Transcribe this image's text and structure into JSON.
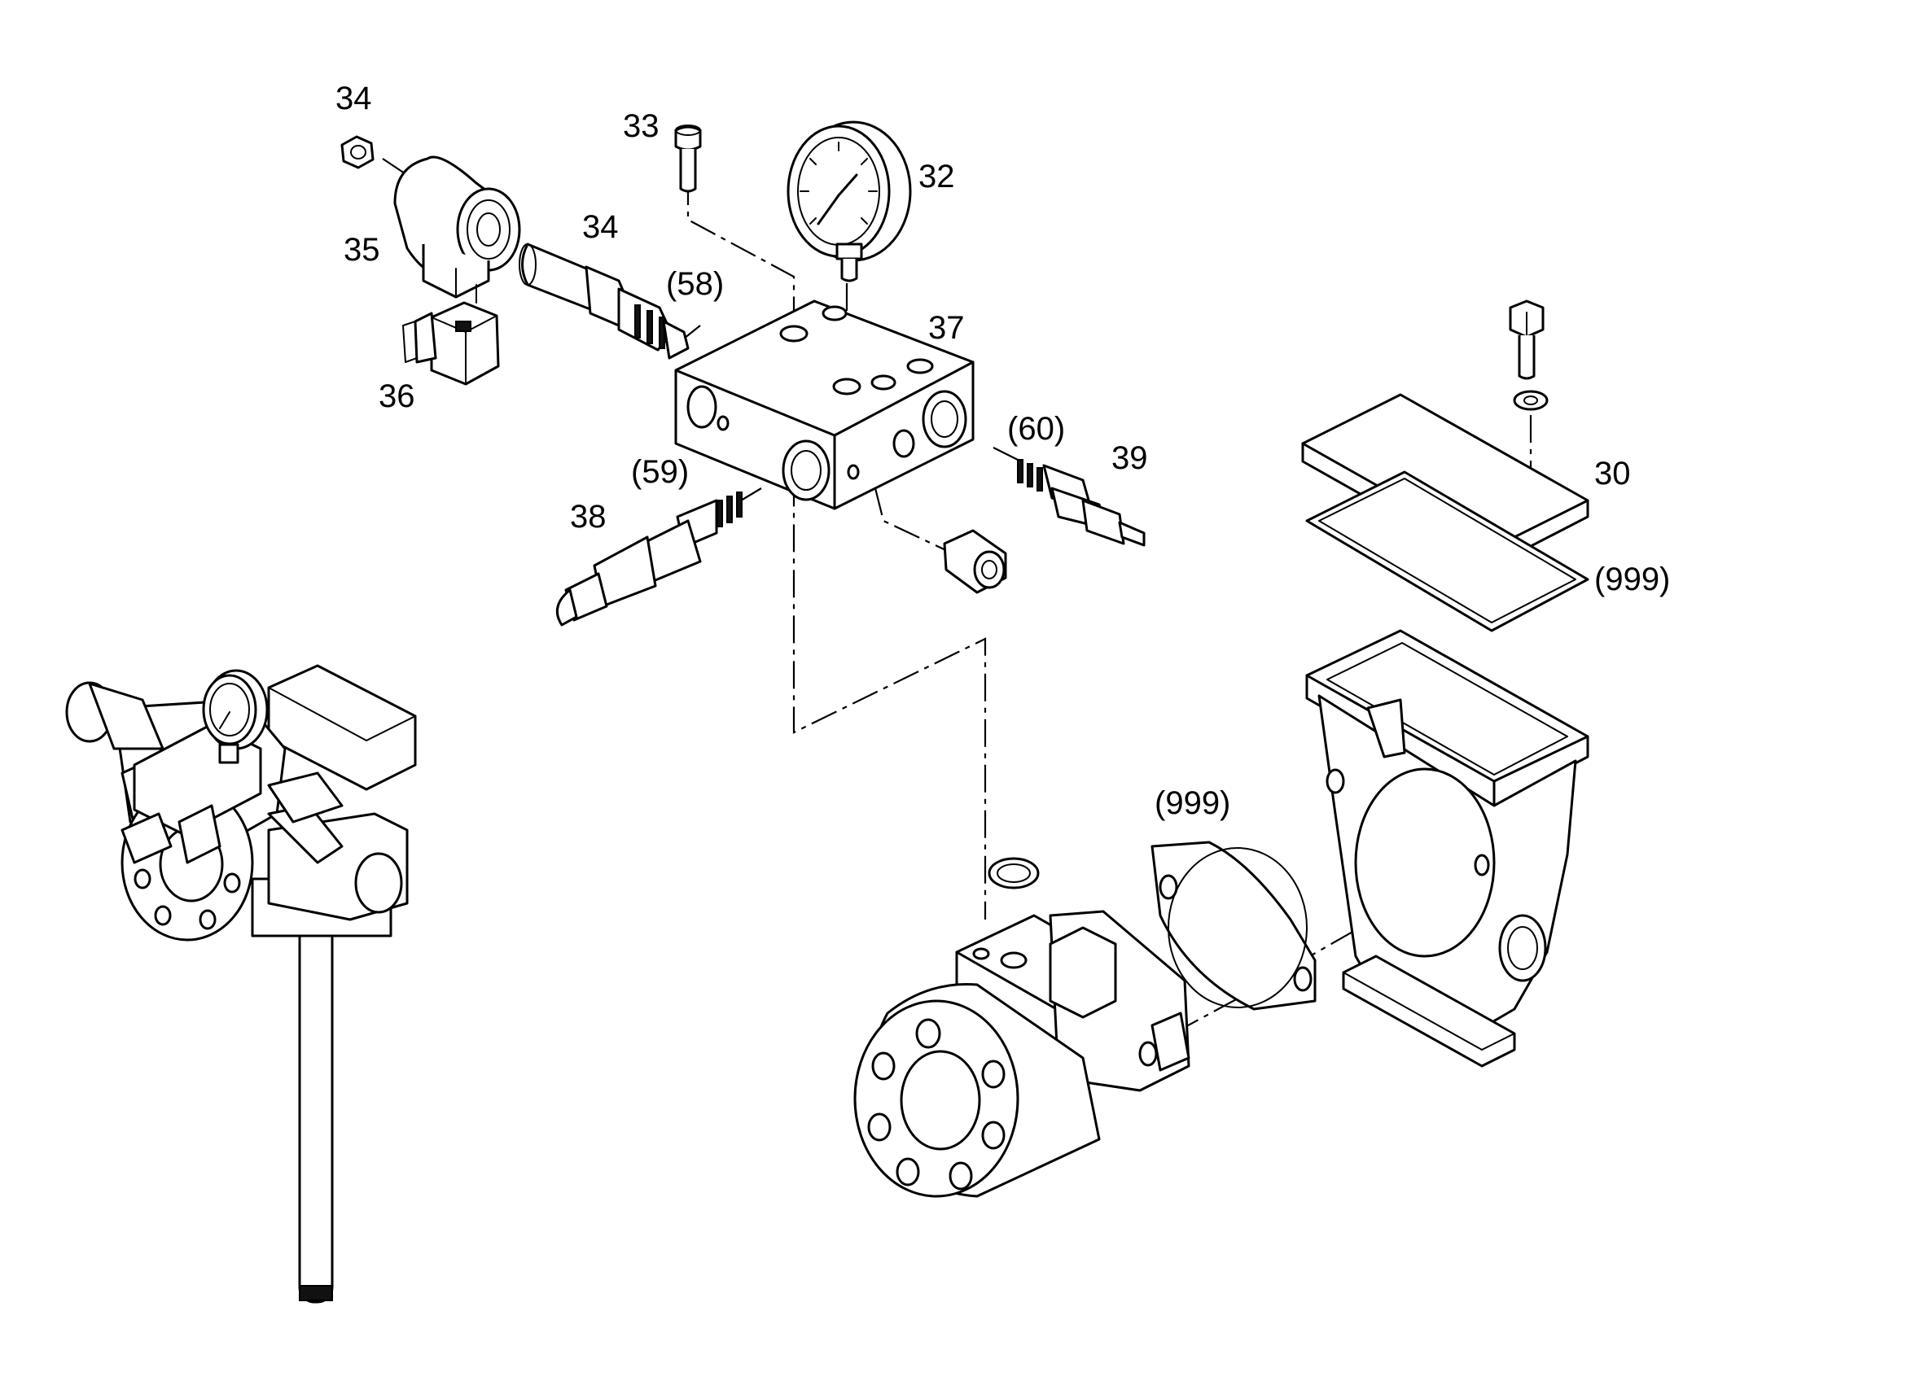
{
  "callouts": {
    "c34a": "34",
    "c33": "33",
    "c32": "32",
    "c35": "35",
    "c34b": "34",
    "c58": "(58)",
    "c37": "37",
    "c36": "36",
    "c60": "(60)",
    "c39": "39",
    "c59": "(59)",
    "c38": "38",
    "c30": "30",
    "c999a": "(999)",
    "c999b": "(999)"
  },
  "colors": {
    "line": "#000000",
    "background": "#ffffff"
  }
}
